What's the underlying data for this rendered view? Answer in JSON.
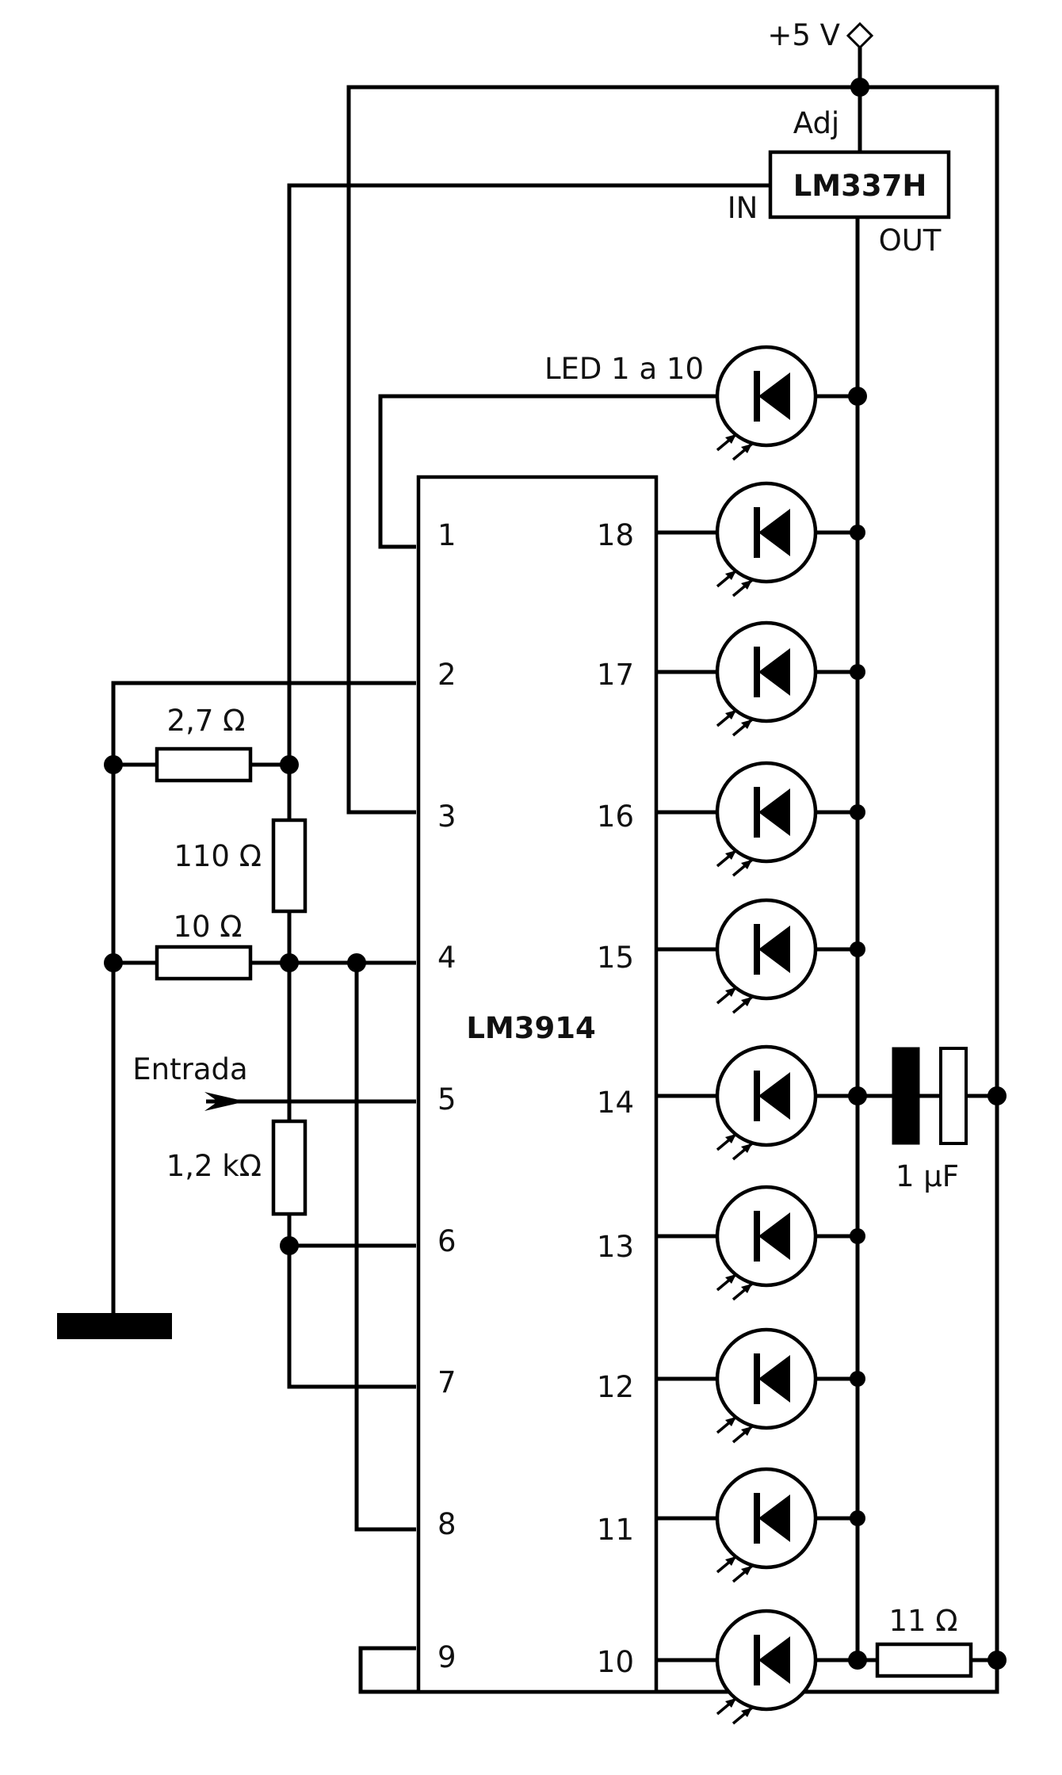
{
  "supply_label": "+5 V",
  "regulator": {
    "name": "LM337H",
    "adj": "Adj",
    "in": "IN",
    "out": "OUT"
  },
  "led_label": "LED 1 a 10",
  "ic": {
    "name": "LM3914",
    "left_pins": [
      "1",
      "2",
      "3",
      "4",
      "5",
      "6",
      "7",
      "8",
      "9"
    ],
    "right_pins": [
      "18",
      "17",
      "16",
      "15",
      "14",
      "13",
      "12",
      "11",
      "10"
    ]
  },
  "resistors": {
    "r_2_7": "2,7 Ω",
    "r_110": "110 Ω",
    "r_10": "10 Ω",
    "r_1_2k": "1,2 kΩ",
    "r_11": "11 Ω"
  },
  "input_label": "Entrada",
  "capacitor": "1 μF"
}
